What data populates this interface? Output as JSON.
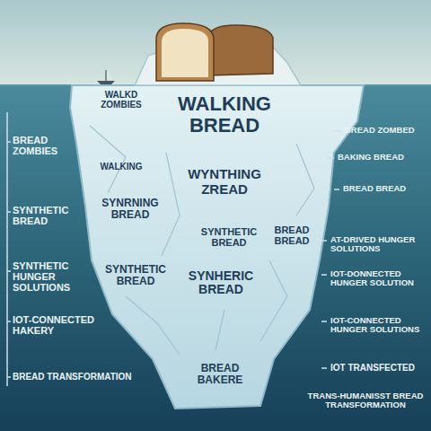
{
  "diagram": {
    "labels": [
      "WALKD ZOMBIES",
      "WALKING BREAD",
      "BREAD ZOMBED",
      "BREAD ZOMBIES",
      "BAKING BREAD",
      "WALKING",
      "WYNTHING ZREAD",
      "BREAD BREAD",
      "SYNRNING BREAD",
      "SYNTHETIC BREAD",
      "SYNTHETIC BREAD",
      "BREAD BREAD",
      "AT-DRIVED HUNGER SOLUTIONS",
      "SYNTHETIC HUNGER SOLUTIONS",
      "SYNTHETIC BREAD",
      "SYNHERIC BREAD",
      "IOT-DONNECTED HUNGER SOLUTION",
      "IOT-CONNECTED HAKERY",
      "IOT-CONNECTED HUNGER SOLUTIONS",
      "BREAD BAKERE",
      "IOT TRANSFECTED",
      "BREAD TRANSFORMATION",
      "TRANS-HUMANISST BREAD TRANSFORMATION"
    ]
  }
}
